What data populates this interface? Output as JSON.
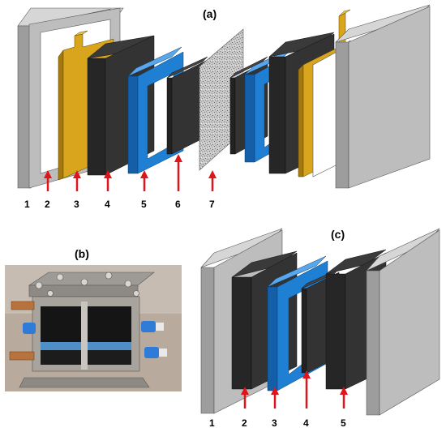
{
  "panels": {
    "a": {
      "label": "(a)",
      "numbers": [
        "1",
        "2",
        "3",
        "4",
        "5",
        "6",
        "7"
      ]
    },
    "b": {
      "label": "(b)"
    },
    "c": {
      "label": "(c)",
      "numbers": [
        "1",
        "2",
        "3",
        "4",
        "5"
      ]
    }
  },
  "colors": {
    "end_plate": "#b9b9b9",
    "current_collector": "#d8a51c",
    "electrode": "#2b2b2b",
    "flow_frame": "#1f7fd2",
    "membrane": "#b5b5b5",
    "arrow": "#e0141b"
  }
}
